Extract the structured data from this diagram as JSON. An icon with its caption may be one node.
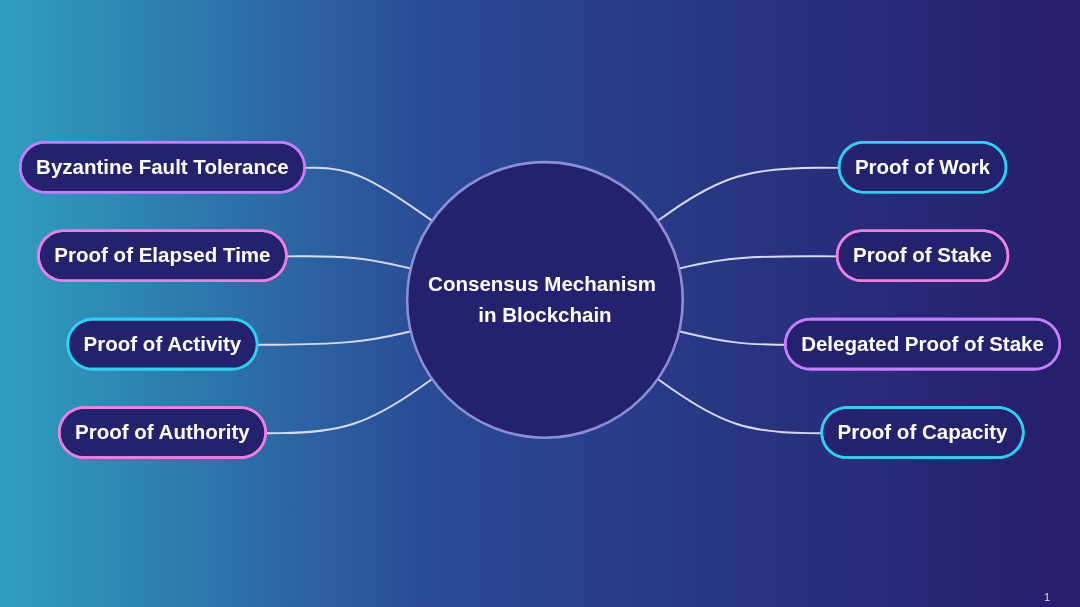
{
  "diagram": {
    "nodes": [
      {
        "text": [
          "Byzantine Fault Tolerance"
        ]
      },
      {
        "text": [
          "Proof of Work"
        ]
      },
      {
        "text": [
          "Proof of Elapsed Time"
        ]
      },
      {
        "text": [
          "Proof of Stake"
        ]
      },
      {
        "text": [
          "Consensus Mechanism in Blockchain"
        ]
      },
      {
        "text": [
          "Proof of Activity"
        ]
      },
      {
        "text": [
          "Delegated Proof of Stake"
        ]
      },
      {
        "text": [
          "Proof of Authority"
        ]
      },
      {
        "text": [
          "Proof of Capacity"
        ]
      }
    ],
    "edges": [
      {
        "from": 0,
        "to": 4,
        "arrow": "none"
      },
      {
        "from": 4,
        "to": 1,
        "arrow": "none"
      },
      {
        "from": 2,
        "to": 4,
        "arrow": "none"
      },
      {
        "from": 4,
        "to": 3,
        "arrow": "none"
      },
      {
        "from": 5,
        "to": 4,
        "arrow": "none"
      },
      {
        "from": 4,
        "to": 6,
        "arrow": "none"
      },
      {
        "from": 7,
        "to": 4,
        "arrow": "none"
      },
      {
        "from": 4,
        "to": 8,
        "arrow": "none"
      }
    ],
    "labels": [
      "1"
    ]
  }
}
